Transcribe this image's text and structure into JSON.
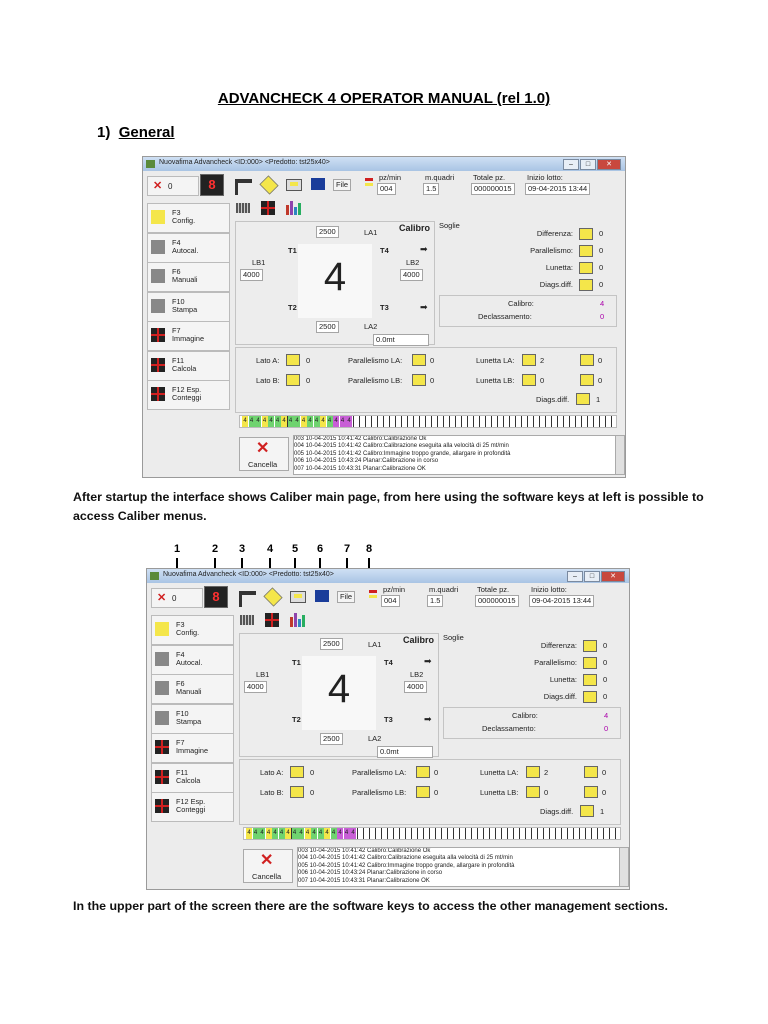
{
  "doc": {
    "title": "ADVANCHECK 4 OPERATOR MANUAL  (rel 1.0)",
    "section_number": "1)",
    "section_title": "General",
    "para1": "After startup the interface shows Caliber main page, from here using the software keys at left is possible to access Caliber menus.",
    "para2": "In the upper part of the screen there are the software keys to access the other management sections."
  },
  "screen": {
    "window_title": "Nuovafima Advancheck <ID:000> <Predotto: tst25x40>",
    "counter": "0",
    "file_label": "File",
    "col_headers": [
      "pz/min",
      "m.quadri",
      "Totale pz.",
      "Inizio lotto:"
    ],
    "col_values": [
      "004",
      "1.5",
      "000000015",
      "09-04-2015 13:44"
    ],
    "side_keys": [
      {
        "key": "F3",
        "label": "Config."
      },
      {
        "key": "F4",
        "label": "Autocal."
      },
      {
        "key": "F6",
        "label": "Manuali"
      },
      {
        "key": "F10",
        "label": "Stampa"
      },
      {
        "key": "F7",
        "label": "Immagine"
      },
      {
        "key": "F11",
        "label": "Calcola"
      },
      {
        "key": "F12 Esp.",
        "label": "Conteggi"
      }
    ],
    "center": {
      "big_number": "4",
      "top_value": "2500",
      "bottom_value": "2500",
      "la1": "LA1",
      "la2": "LA2",
      "lb1": "LB1",
      "lb2": "LB2",
      "left_value": "4000",
      "right_value": "4000",
      "t1": "T1",
      "t2": "T2",
      "t3": "T3",
      "t4": "T4",
      "distance": "0.0mt"
    },
    "calibro_label": "Calibro",
    "soglie_label": "Soglie",
    "soglie": [
      {
        "label": "Differenza:",
        "value": "0"
      },
      {
        "label": "Parallelismo:",
        "value": "0"
      },
      {
        "label": "Lunetta:",
        "value": "0"
      },
      {
        "label": "Diags.diff.",
        "value": "0"
      }
    ],
    "calibro_row": {
      "label": "Calibro:",
      "value": "4"
    },
    "declass_row": {
      "label": "Declassamento:",
      "value": "0"
    },
    "lato_a": {
      "label": "Lato A:",
      "value": "0"
    },
    "lato_b": {
      "label": "Lato B:",
      "value": "0"
    },
    "par_la": {
      "label": "Parallelismo LA:",
      "value": "0"
    },
    "par_lb": {
      "label": "Parallelismo LB:",
      "value": "0"
    },
    "lun_la": {
      "label": "Lunetta LA:",
      "value": "2",
      "value2": "0"
    },
    "lun_lb": {
      "label": "Lunetta LB:",
      "value": "0",
      "value2": "0"
    },
    "diags": {
      "label": "Diags.diff.",
      "value": "1"
    },
    "bar_digits": [
      "4",
      "4",
      "4",
      "4",
      "4",
      "4",
      "4",
      "4",
      "4",
      "4",
      "4",
      "4",
      "4",
      "4",
      "4",
      "4",
      "4"
    ],
    "cancel_label": "Cancella",
    "log": [
      "003   10-04-2015 10:41:42  Calibro:Calibrazione Ok",
      "004   10-04-2015 10:41:42  Calibro:Calibrazione eseguita alla velocità di 25 mt/min",
      "005   10-04-2015 10:41:42  Calibro:Immagine troppo grande, allargare in profondità",
      "006   10-04-2015 10:43:24  Planar:Calibrazione in corso",
      "007   10-04-2015 10:43:31  Planar:Calibrazione OK"
    ]
  },
  "annotations": [
    "1",
    "2",
    "3",
    "4",
    "5",
    "6",
    "7",
    "8"
  ],
  "colors": {
    "accent_yellow": "#f4e64a",
    "red": "#d02020",
    "bar_green": "#6fd36f",
    "bar_purple": "#c85fd6"
  }
}
